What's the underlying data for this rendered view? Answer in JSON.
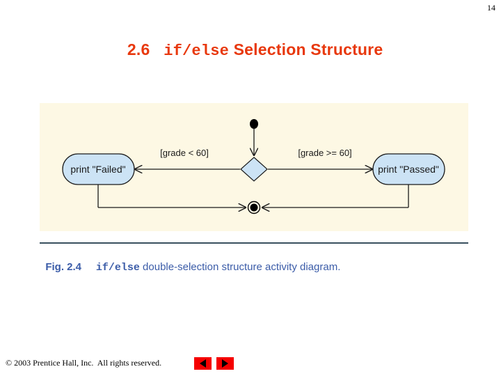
{
  "page": {
    "number": "14",
    "background_color": "#ffffff"
  },
  "title": {
    "section_number": "2.6",
    "keyword": "if/else",
    "rest": " Selection Structure",
    "color": "#E8380D"
  },
  "figure": {
    "panel_background": "#FDF8E4",
    "rule_color": "#39505e",
    "caption": {
      "label": "Fig. 2.4",
      "keyword": "if/else",
      "description": " double-selection structure activity diagram.",
      "color": "#3B5CA8"
    },
    "diagram": {
      "type": "uml-activity-diagram",
      "node_fill": "#CCE3F5",
      "node_stroke": "#1a1a1a",
      "initial_state": "initial-state-dot",
      "final_state": "final-state-bullseye",
      "decision": "decision-diamond",
      "actions": [
        {
          "id": "action-failed",
          "label": "print \"Failed\""
        },
        {
          "id": "action-passed",
          "label": "print \"Passed\""
        }
      ],
      "guards": [
        {
          "id": "guard-less-than",
          "label": "[grade < 60]"
        },
        {
          "id": "guard-greater-equal",
          "label": "[grade >= 60]"
        }
      ]
    }
  },
  "footer": {
    "copyright": "© 2003 Prentice Hall, Inc.  All rights reserved.",
    "nav": {
      "previous_label": "previous-slide",
      "next_label": "next-slide",
      "button_color": "#F50000"
    }
  }
}
